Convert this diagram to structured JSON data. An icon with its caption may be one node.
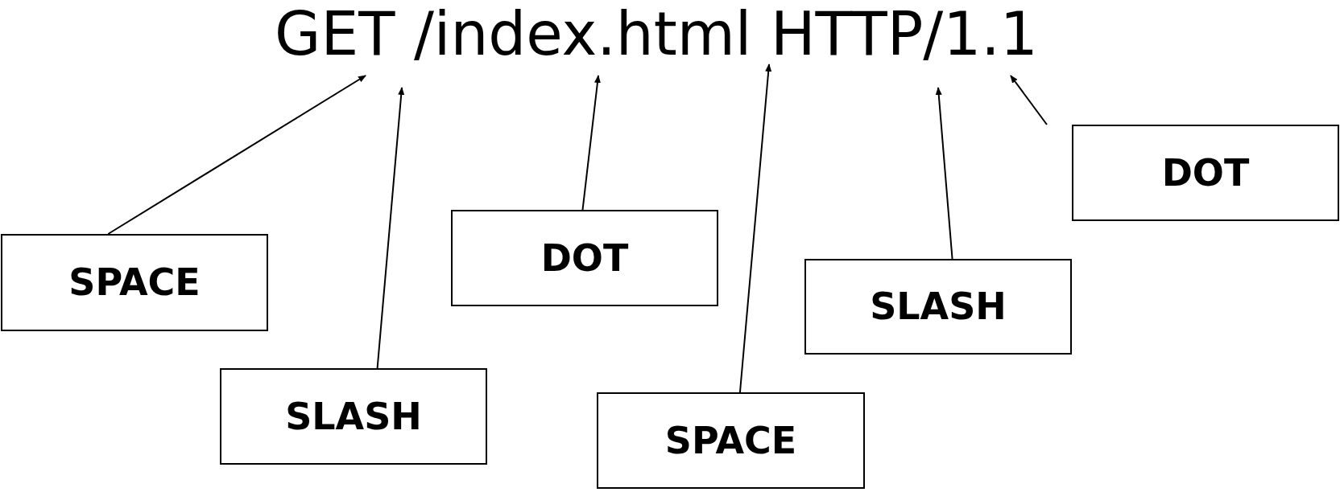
{
  "diagram": {
    "nodes": [
      {
        "text": [
          "GET /index.html HTTP/1.1"
        ]
      },
      {
        "text": [
          "SPACE"
        ]
      },
      {
        "text": [
          "SLASH"
        ]
      },
      {
        "text": [
          "DOT"
        ]
      },
      {
        "text": [
          "SPACE"
        ]
      },
      {
        "text": [
          "SLASH"
        ]
      },
      {
        "text": [
          "DOT"
        ]
      }
    ],
    "edges": [
      {
        "from": 1,
        "to": 0,
        "arrow": "to"
      },
      {
        "from": 2,
        "to": 0,
        "arrow": "to"
      },
      {
        "from": 3,
        "to": 0,
        "arrow": "to"
      },
      {
        "from": 4,
        "to": 0,
        "arrow": "to"
      },
      {
        "from": 5,
        "to": 0,
        "arrow": "to"
      },
      {
        "from": 6,
        "to": 0,
        "arrow": "to"
      }
    ]
  }
}
